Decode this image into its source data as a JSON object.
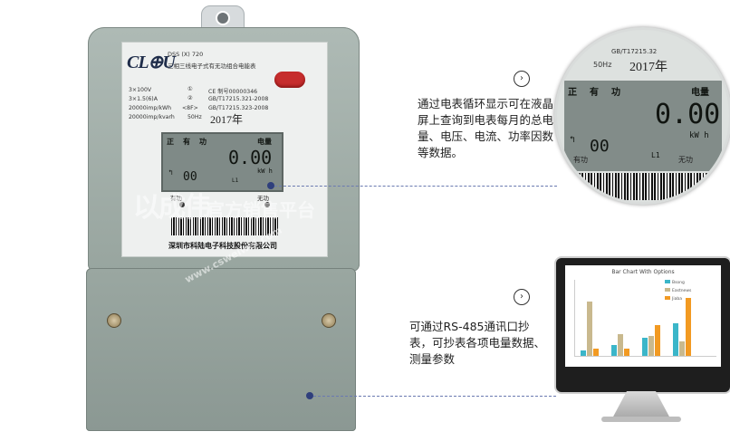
{
  "meter": {
    "brand": "CL⊕U",
    "model": "DSS (X) 720",
    "name": "三相三线电子式有无功组合电能表",
    "specs": [
      {
        "left": "3×100V",
        "num": "①",
        "right": ""
      },
      {
        "left": "3×1.5(6)A",
        "num": "②",
        "right": "GB/T17215.321-2008"
      },
      {
        "left": "20000imp/kWh",
        "num": "<8F>",
        "right": "GB/T17215.323-2008"
      },
      {
        "left": "20000imp/kvarh",
        "num": "50Hz",
        "right": ""
      }
    ],
    "cert": "CE 制号00000346",
    "year": "2017年",
    "lcd": {
      "label_zheng": "正",
      "label_you": "有",
      "label_gong": "功",
      "label_dianliang": "电量",
      "reading": "0.00",
      "unit": "kW h",
      "sub_reading": "00",
      "phase": "L1"
    },
    "indicator_left": "有功",
    "indicator_right": "无功",
    "manufacturer": "深圳市科陆电子科技股份有限公司"
  },
  "watermark": {
    "logo": "以成伟",
    "text": "官方销售平台",
    "url": "www.csweiwei.com"
  },
  "callout1": {
    "text": "通过电表循环显示可在液晶屏上查询到电表每月的总电量、电压、电流、功率因数等数据。"
  },
  "callout2": {
    "text": "可通过RS-485通讯口抄表，可抄表各项电量数据、测量参数"
  },
  "zoom": {
    "hz": "50Hz",
    "year": "2017年",
    "label_zheng": "正",
    "label_you": "有",
    "label_gong": "功",
    "label_dianliang": "电量",
    "reading": "0.00",
    "unit": "kW h",
    "sub_reading": "00",
    "phase": "L1",
    "indicator_left": "有功",
    "indicator_right": "无功",
    "gb": "GB/T17215.32"
  },
  "monitor": {
    "chart_title": "Bar Chart With Options",
    "legend": [
      "Bsong",
      "Eastnews",
      "Jiaba"
    ],
    "colors": [
      "#3bb6c9",
      "#c9b98e",
      "#f29a22"
    ]
  }
}
